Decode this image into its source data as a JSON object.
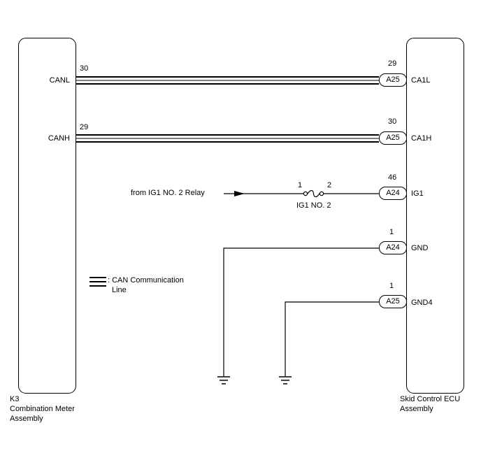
{
  "left_component": {
    "id": "K3",
    "name_line1": "Combination Meter",
    "name_line2": "Assembly",
    "pins": [
      {
        "name": "CANL",
        "number": "30"
      },
      {
        "name": "CANH",
        "number": "29"
      }
    ]
  },
  "right_component": {
    "name_line1": "Skid Control ECU",
    "name_line2": "Assembly",
    "pins": [
      {
        "name": "CA1L",
        "number": "29",
        "connector": "A25"
      },
      {
        "name": "CA1H",
        "number": "30",
        "connector": "A25"
      },
      {
        "name": "IG1",
        "number": "46",
        "connector": "A24"
      },
      {
        "name": "GND",
        "number": "1",
        "connector": "A24"
      },
      {
        "name": "GND4",
        "number": "1",
        "connector": "A25"
      }
    ]
  },
  "ig1_feed": {
    "source": "from IG1 NO. 2 Relay",
    "fuse_name": "IG1 NO. 2",
    "fuse_pin_1": "1",
    "fuse_pin_2": "2"
  },
  "legend": {
    "line1": ": CAN Communication",
    "line2": "Line"
  }
}
